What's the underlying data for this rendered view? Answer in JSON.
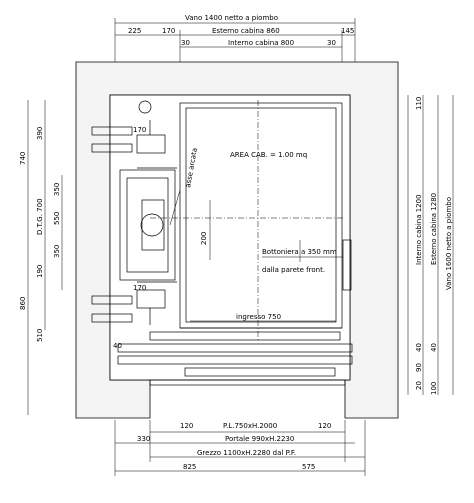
{
  "top_dims": {
    "vano": "Vano 1400 netto a piombo",
    "d225": "225",
    "d170": "170",
    "esterno": "Esterno cabina 860",
    "d145": "145",
    "d30": "30",
    "interno": "Interno cabina 800",
    "d30b": "30"
  },
  "left_dims": {
    "d740": "740",
    "d390": "390",
    "dtg": "D.T.G. 700",
    "d550": "550",
    "d350a": "350",
    "d350b": "350",
    "d190": "190",
    "d860": "860",
    "d510": "510"
  },
  "right_dims": {
    "d110": "110",
    "interno_cab": "Interno cabina 1200",
    "esterno_cab": "Esterno cabina 1280",
    "vano": "Vano 1600 netto a piombo",
    "d40a": "40",
    "d40b": "40",
    "d90": "90",
    "d20": "20",
    "d100": "100"
  },
  "bottom_dims": {
    "d120a": "120",
    "pl": "P.L.750xH.2000",
    "d120b": "120",
    "d330": "330",
    "portale": "Portale 990xH.2230",
    "grezzo": "Grezzo 1100xH.2280 dal P.F.",
    "d825": "825",
    "d575": "575"
  },
  "labels": {
    "area_cab": "AREA CAB. = 1.00 mq",
    "asse_arcata": "asse arcata",
    "d200": "200",
    "bottoniera": "Bottoniera a  350 mm",
    "parete": "dalla parete front.",
    "d170_guide_top": "170",
    "d170_guide_bot": "170",
    "ingresso": "ingresso 750",
    "d40_left": "40"
  }
}
